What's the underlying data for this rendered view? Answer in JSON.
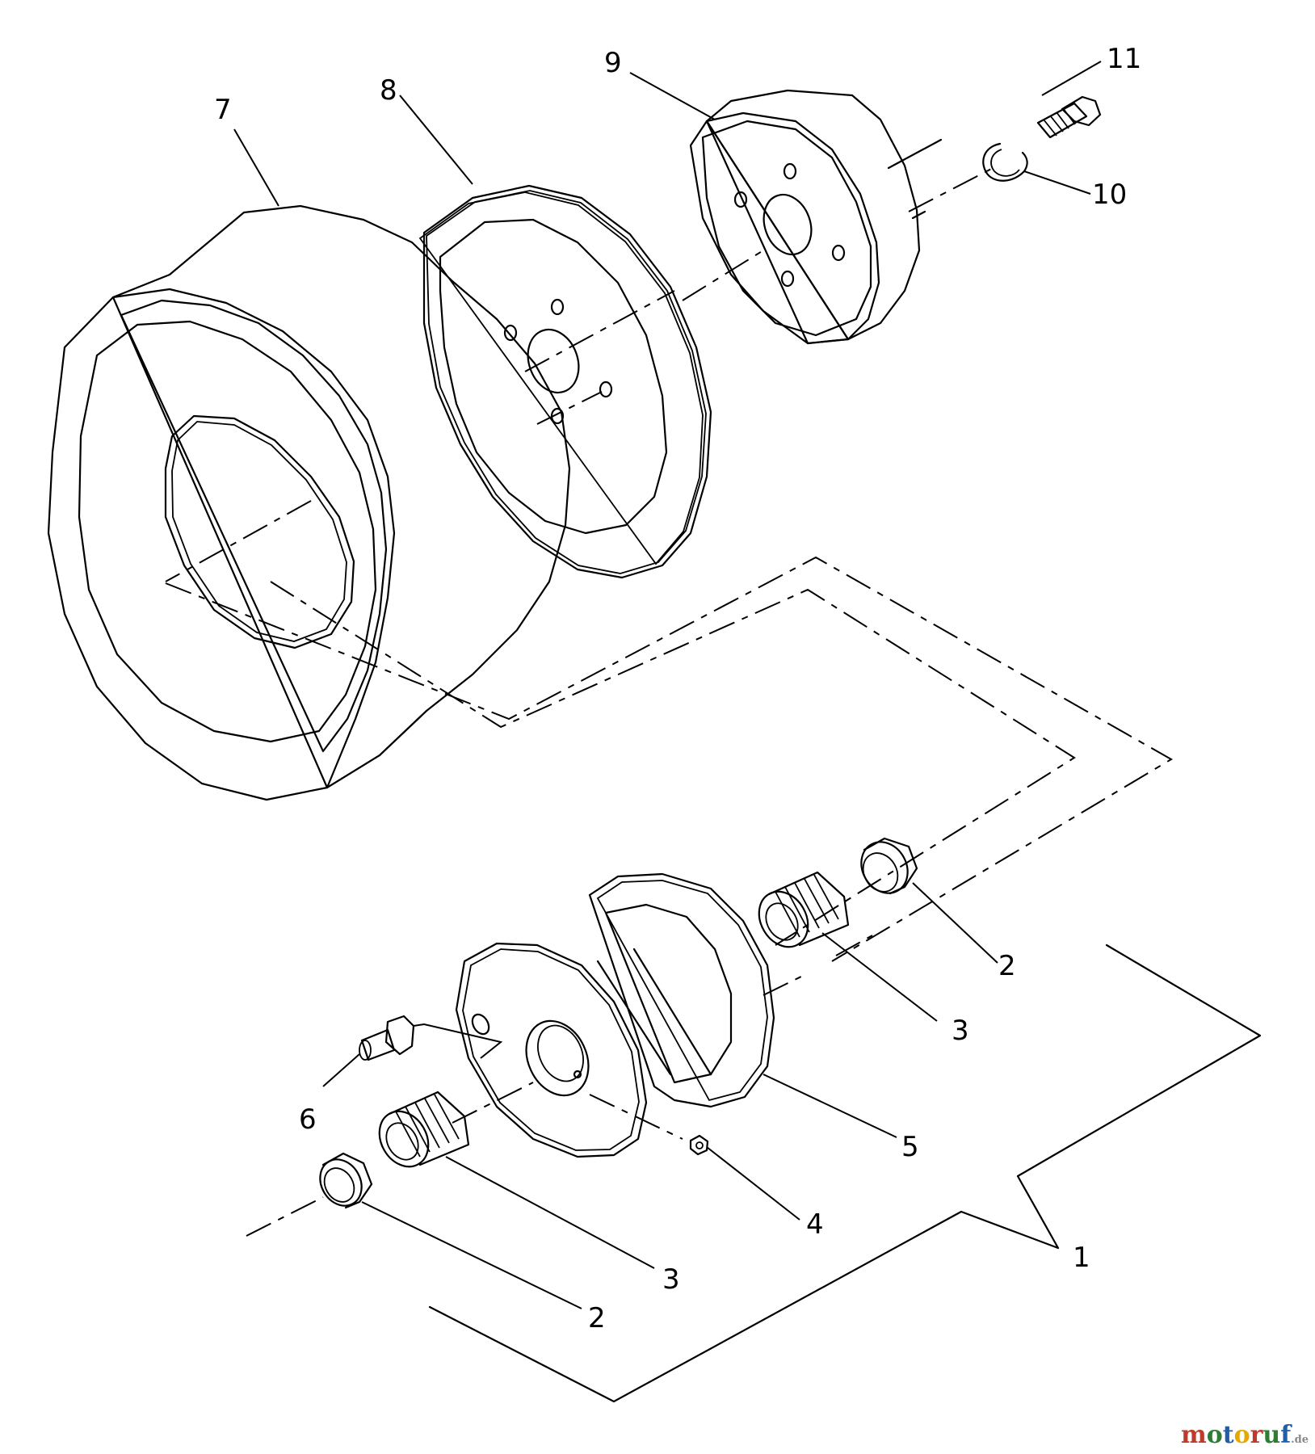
{
  "callouts": [
    {
      "id": "1",
      "label": "1"
    },
    {
      "id": "2a",
      "label": "2"
    },
    {
      "id": "2b",
      "label": "2"
    },
    {
      "id": "3a",
      "label": "3"
    },
    {
      "id": "3b",
      "label": "3"
    },
    {
      "id": "4",
      "label": "4"
    },
    {
      "id": "5",
      "label": "5"
    },
    {
      "id": "6",
      "label": "6"
    },
    {
      "id": "7",
      "label": "7"
    },
    {
      "id": "8",
      "label": "8"
    },
    {
      "id": "9",
      "label": "9"
    },
    {
      "id": "10",
      "label": "10"
    },
    {
      "id": "11",
      "label": "11"
    }
  ],
  "watermark": {
    "letters": [
      {
        "ch": "m",
        "color": "#c0392b"
      },
      {
        "ch": "o",
        "color": "#2e7d32"
      },
      {
        "ch": "t",
        "color": "#1f5fa8"
      },
      {
        "ch": "o",
        "color": "#e6a800"
      },
      {
        "ch": "r",
        "color": "#c0392b"
      },
      {
        "ch": "u",
        "color": "#2e7d32"
      },
      {
        "ch": "f",
        "color": "#1f5fa8"
      }
    ],
    "suffix": ".de"
  }
}
